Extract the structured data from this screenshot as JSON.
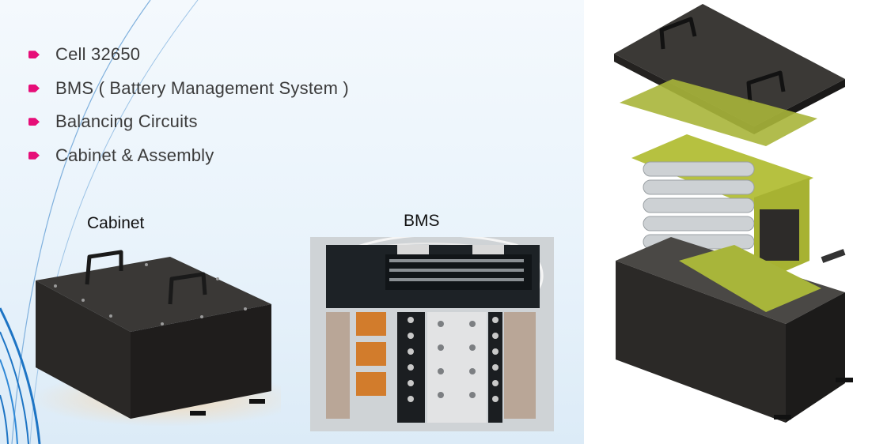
{
  "bullets": [
    {
      "icon": "arrow-bullet-icon",
      "text": "Cell 32650"
    },
    {
      "icon": "arrow-bullet-icon",
      "text": "BMS ( Battery Management System )"
    },
    {
      "icon": "arrow-bullet-icon",
      "text": "Balancing Circuits"
    },
    {
      "icon": "arrow-bullet-icon",
      "text": "Cabinet & Assembly"
    }
  ],
  "captions": {
    "cabinet": "Cabinet",
    "bms": "BMS"
  },
  "colors": {
    "bullet_accent": "#e60e78",
    "decor_lines": "#1d74c4",
    "background": "#e9f3fb"
  }
}
